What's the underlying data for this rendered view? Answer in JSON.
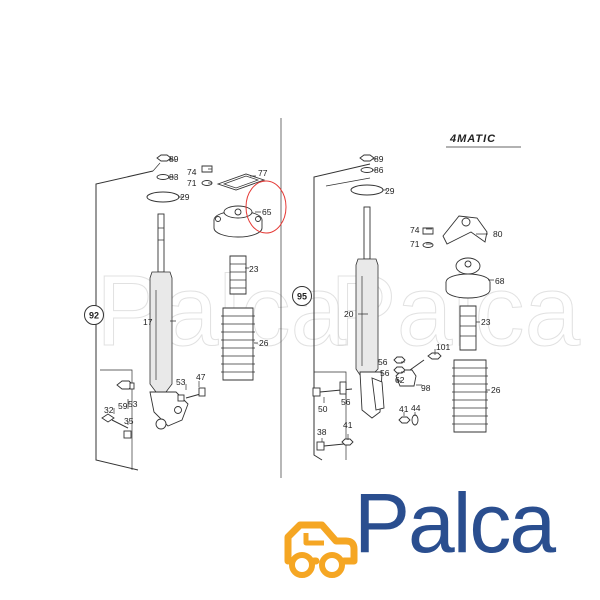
{
  "variant_label": "4MATIC",
  "left_group": {
    "callout": "92",
    "labels": {
      "p89": "89",
      "p83": "83",
      "p29": "29",
      "p74": "74",
      "p71": "71",
      "p77": "77",
      "p65": "65",
      "p23": "23",
      "p17": "17",
      "p26": "26",
      "p53a": "53",
      "p47": "47",
      "p32": "32",
      "p59": "59",
      "p53b": "53",
      "p35": "35"
    }
  },
  "right_group": {
    "callout": "95",
    "labels": {
      "p89": "89",
      "p86": "86",
      "p29": "29",
      "p74": "74",
      "p71": "71",
      "p80": "80",
      "p68": "68",
      "p23": "23",
      "p20": "20",
      "p101": "101",
      "p26": "26",
      "p56a": "56",
      "p56b": "56",
      "p62": "62",
      "p98": "98",
      "p50": "50",
      "p56c": "56",
      "p41a": "41",
      "p44": "44",
      "p38": "38",
      "p41b": "41"
    }
  },
  "highlight_color": "#e53935",
  "brand": {
    "name": "Palca",
    "icon": "car-icon",
    "icon_color": "#f5a623",
    "text_color": "#2a4e8f"
  },
  "watermark": {
    "text": "Palca",
    "color": "#c9c9c9"
  }
}
